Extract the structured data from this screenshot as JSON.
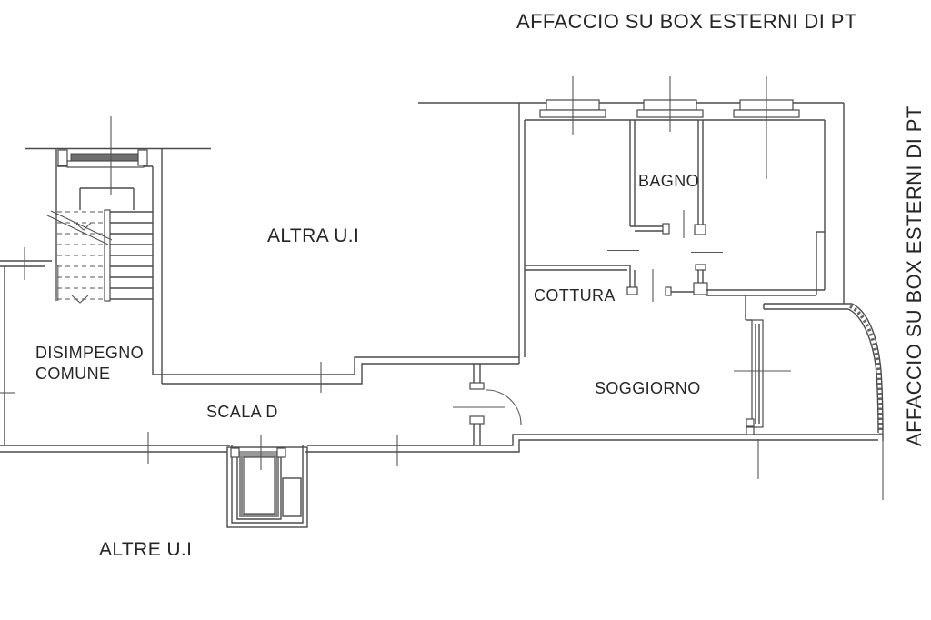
{
  "drawing": {
    "type": "architectural-floor-plan",
    "background": "#ffffff",
    "line_color": "#4a4a4a",
    "text_color": "#262626",
    "captions": {
      "top": "AFFACCIO SU BOX ESTERNI DI PT",
      "right": "AFFACCIO SU BOX ESTERNI DI PT"
    },
    "room_labels": {
      "bagno": "BAGNO",
      "cottura": "COTTURA",
      "soggiorno": "SOGGIORNO",
      "disimpegno_line1": "DISIMPEGNO",
      "disimpegno_line2": "COMUNE",
      "scala": "SCALA D"
    },
    "adjacent_unit_labels": {
      "altra_ui": "ALTRA U.I",
      "altre_ui": "ALTRE U.I"
    }
  }
}
